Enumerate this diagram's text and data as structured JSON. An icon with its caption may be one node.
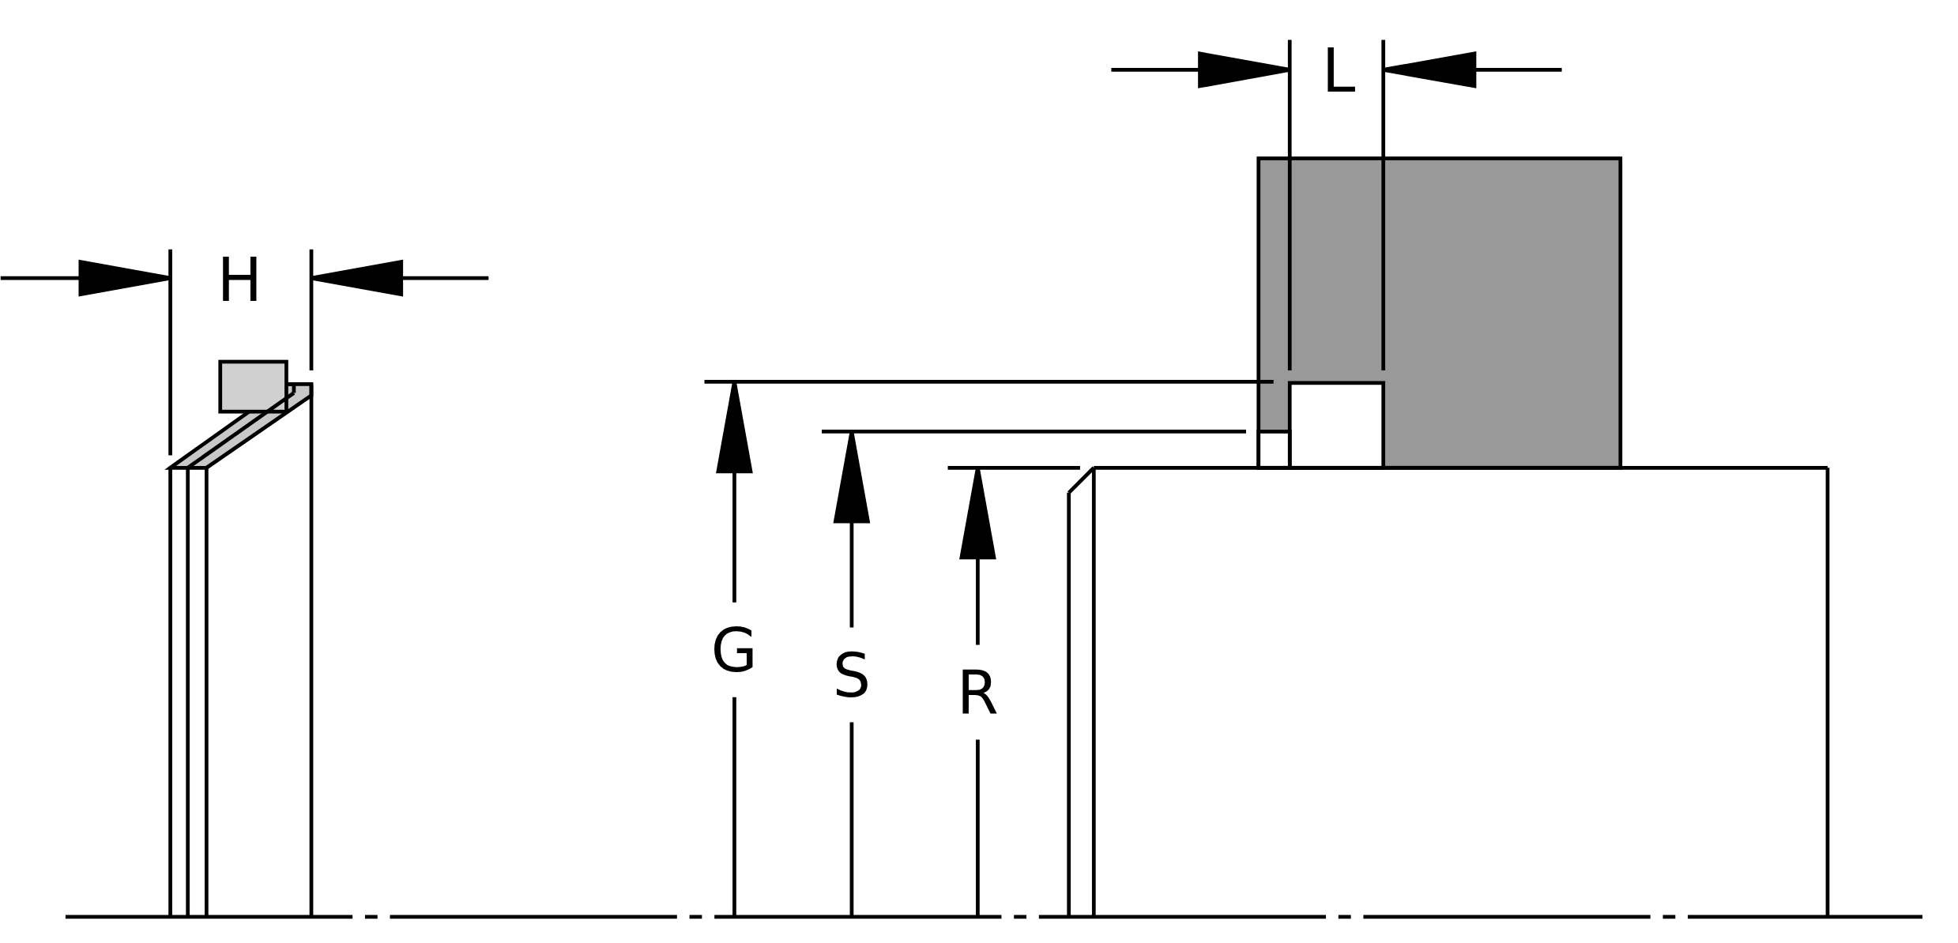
{
  "diagram": {
    "labels": [
      "H",
      "L",
      "G",
      "S",
      "R"
    ]
  }
}
